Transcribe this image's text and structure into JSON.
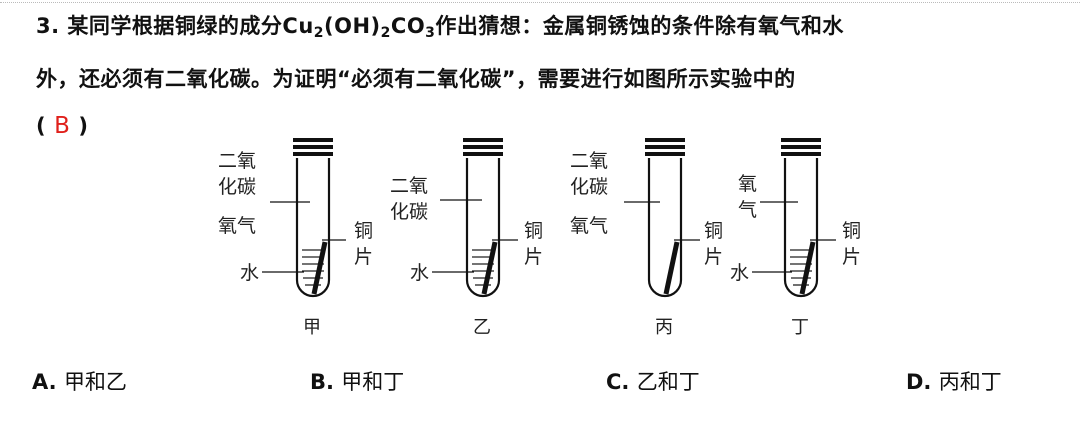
{
  "question": {
    "number": "3.",
    "line1_a": "某同学根据铜绿的成分Cu",
    "sub1": "2",
    "line1_b": "(OH)",
    "sub2": "2",
    "line1_c": "CO",
    "sub3": "3",
    "line1_d": "作出猜想：金属铜锈蚀的条件除有氧气和水",
    "line2": "外，还必须有二氧化碳。为证明“必须有二氧化碳”，需要进行如图所示实验中的",
    "paren_open": "(",
    "answer": "B",
    "paren_close": ")"
  },
  "figure": {
    "jia": {
      "co2_a": "二氧",
      "co2_b": "化碳",
      "o2": "氧气",
      "water": "水",
      "copper_a": "铜",
      "copper_b": "片",
      "caption": "甲"
    },
    "yi": {
      "co2_a": "二氧",
      "co2_b": "化碳",
      "water": "水",
      "copper_a": "铜",
      "copper_b": "片",
      "caption": "乙"
    },
    "bing": {
      "co2_a": "二氧",
      "co2_b": "化碳",
      "o2": "氧气",
      "copper_a": "铜",
      "copper_b": "片",
      "caption": "丙"
    },
    "ding": {
      "o2_a": "氧",
      "o2_b": "气",
      "water": "水",
      "copper_a": "铜",
      "copper_b": "片",
      "caption": "丁"
    }
  },
  "options": [
    {
      "letter": "A.",
      "text": "甲和乙"
    },
    {
      "letter": "B.",
      "text": "甲和丁"
    },
    {
      "letter": "C.",
      "text": "乙和丁"
    },
    {
      "letter": "D.",
      "text": "丙和丁"
    }
  ]
}
